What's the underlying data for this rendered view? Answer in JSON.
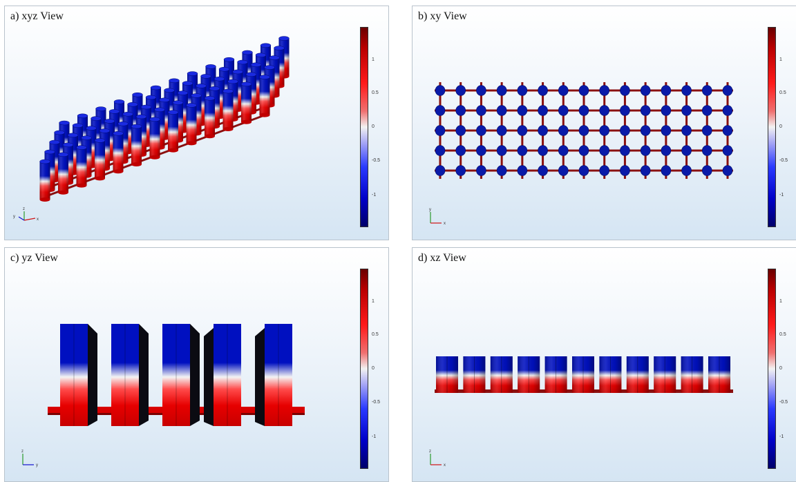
{
  "panels": [
    {
      "id": "a",
      "title": "a) xyz View",
      "axes": [
        "z",
        "y",
        "x"
      ]
    },
    {
      "id": "b",
      "title": "b) xy View",
      "axes": [
        "y",
        "x"
      ]
    },
    {
      "id": "c",
      "title": "c) yz View",
      "axes": [
        "z",
        "y"
      ]
    },
    {
      "id": "d",
      "title": "d) xz View",
      "axes": [
        "z",
        "x"
      ]
    }
  ],
  "colorbar": {
    "ticks": [
      "1",
      "0.5",
      "0",
      "-0.5",
      "-1"
    ]
  },
  "colors": {
    "red": "#e60000",
    "blue": "#0010c0",
    "dark_blue": "#000a70",
    "bar": "#8a1010"
  }
}
